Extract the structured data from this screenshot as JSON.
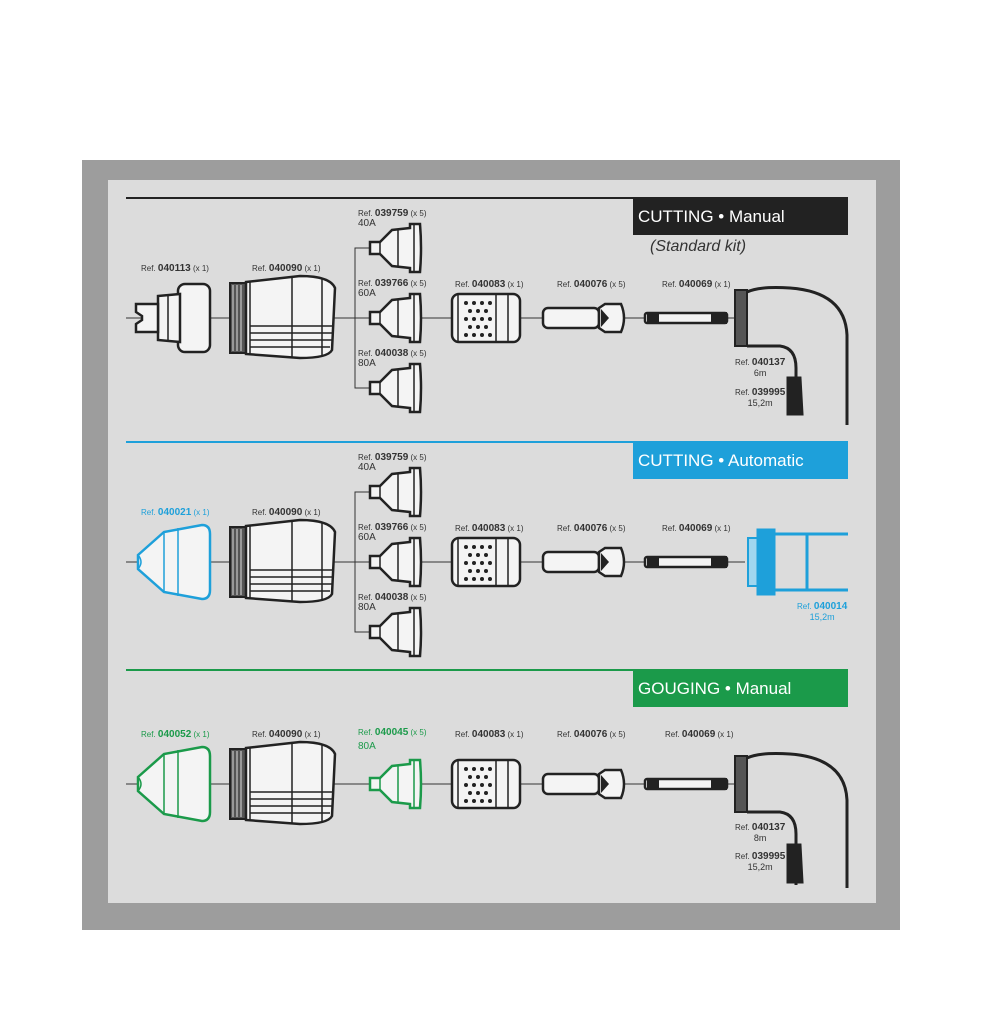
{
  "colors": {
    "frame": "#9d9d9d",
    "panel": "#dcdcdc",
    "manual": "#222222",
    "automatic": "#1ea0da",
    "gouging": "#1b9a4a"
  },
  "ref_prefix": "Ref.",
  "sections": [
    {
      "title": "CUTTING • Manual",
      "subtitle": "(Standard kit)",
      "parts": [
        {
          "ref": "040113",
          "qty": "(x 1)"
        },
        {
          "ref": "040090",
          "qty": "(x 1)"
        },
        {
          "ref": "039759",
          "qty": "(x 5)",
          "amp": "40A"
        },
        {
          "ref": "039766",
          "qty": "(x 5)",
          "amp": "60A"
        },
        {
          "ref": "040038",
          "qty": "(x 5)",
          "amp": "80A"
        },
        {
          "ref": "040083",
          "qty": "(x 1)"
        },
        {
          "ref": "040076",
          "qty": "(x 5)"
        },
        {
          "ref": "040069",
          "qty": "(x 1)"
        },
        {
          "ref": "040137",
          "len": "6m"
        },
        {
          "ref": "039995",
          "len": "15,2m"
        }
      ]
    },
    {
      "title": "CUTTING • Automatic",
      "parts": [
        {
          "ref": "040021",
          "qty": "(x 1)"
        },
        {
          "ref": "040090",
          "qty": "(x 1)"
        },
        {
          "ref": "039759",
          "qty": "(x 5)",
          "amp": "40A"
        },
        {
          "ref": "039766",
          "qty": "(x 5)",
          "amp": "60A"
        },
        {
          "ref": "040038",
          "qty": "(x 5)",
          "amp": "80A"
        },
        {
          "ref": "040083",
          "qty": "(x 1)"
        },
        {
          "ref": "040076",
          "qty": "(x 5)"
        },
        {
          "ref": "040069",
          "qty": "(x 1)"
        },
        {
          "ref": "040014",
          "len": "15,2m"
        }
      ]
    },
    {
      "title": "GOUGING • Manual",
      "parts": [
        {
          "ref": "040052",
          "qty": "(x 1)"
        },
        {
          "ref": "040090",
          "qty": "(x 1)"
        },
        {
          "ref": "040045",
          "qty": "(x 5)",
          "amp": "80A"
        },
        {
          "ref": "040083",
          "qty": "(x 1)"
        },
        {
          "ref": "040076",
          "qty": "(x 5)"
        },
        {
          "ref": "040069",
          "qty": "(x 1)"
        },
        {
          "ref": "040137",
          "len": "8m"
        },
        {
          "ref": "039995",
          "len": "15,2m"
        }
      ]
    }
  ]
}
